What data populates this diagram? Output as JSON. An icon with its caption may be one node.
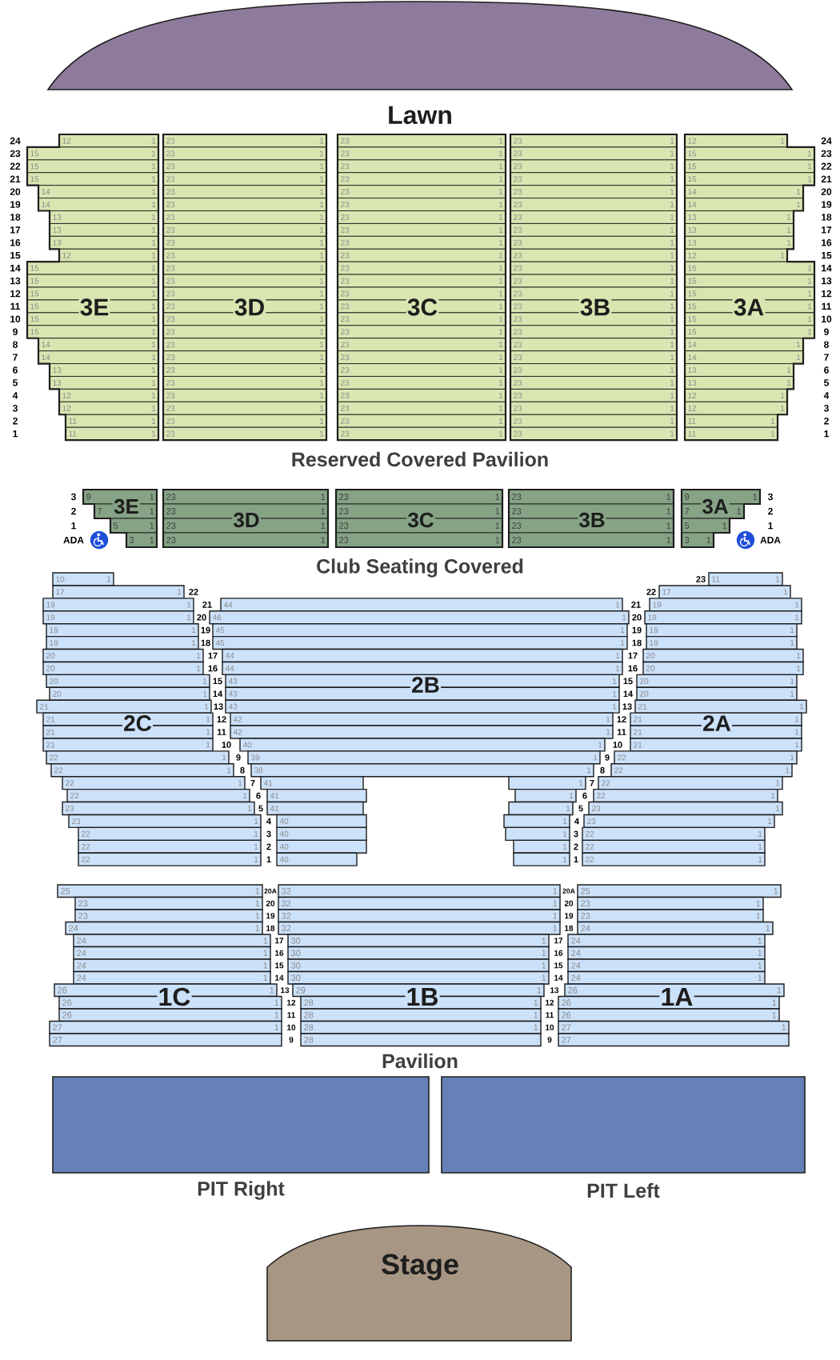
{
  "diagram": {
    "nodes": [
      {
        "text": [
          "Lawn"
        ]
      },
      {
        "text": [
          "3E",
          "12",
          "1",
          "15",
          "1",
          "15",
          "1",
          "15",
          "1",
          "14",
          "1",
          "14",
          "1",
          "13",
          "1",
          "13",
          "1",
          "13",
          "1",
          "12",
          "1",
          "15",
          "1",
          "15",
          "1",
          "15",
          "1",
          "15",
          "1",
          "15",
          "1",
          "15",
          "1",
          "14",
          "1",
          "14",
          "1",
          "13",
          "1",
          "13",
          "1",
          "12",
          "1",
          "12",
          "1",
          "11",
          "1",
          "11",
          "1"
        ]
      },
      {
        "text": [
          "3D",
          "23",
          "1",
          "23",
          "1",
          "23",
          "1",
          "23",
          "1",
          "23",
          "1",
          "23",
          "1",
          "23",
          "1",
          "23",
          "1",
          "23",
          "1",
          "23",
          "1",
          "23",
          "1",
          "23",
          "1",
          "23",
          "1",
          "23",
          "1",
          "23",
          "1",
          "23",
          "1",
          "23",
          "1",
          "23",
          "1",
          "23",
          "1",
          "23",
          "1",
          "23",
          "1",
          "23",
          "1",
          "23",
          "1",
          "23",
          "1"
        ]
      },
      {
        "text": [
          "3C",
          "23",
          "1",
          "23",
          "1",
          "23",
          "1",
          "23",
          "1",
          "23",
          "1",
          "23",
          "1",
          "23",
          "1",
          "23",
          "1",
          "23",
          "1",
          "23",
          "1",
          "23",
          "1",
          "23",
          "1",
          "23",
          "1",
          "23",
          "1",
          "23",
          "1",
          "23",
          "1",
          "23",
          "1",
          "23",
          "1",
          "23",
          "1",
          "23",
          "1",
          "23",
          "1",
          "23",
          "1",
          "23",
          "1",
          "23",
          "1"
        ]
      },
      {
        "text": [
          "3B",
          "23",
          "1",
          "23",
          "1",
          "23",
          "1",
          "23",
          "1",
          "23",
          "1",
          "23",
          "1",
          "23",
          "1",
          "23",
          "1",
          "23",
          "1",
          "23",
          "1",
          "23",
          "1",
          "23",
          "1",
          "23",
          "1",
          "23",
          "1",
          "23",
          "1",
          "23",
          "1",
          "23",
          "1",
          "23",
          "1",
          "23",
          "1",
          "23",
          "1",
          "23",
          "1",
          "23",
          "1",
          "23",
          "1",
          "23",
          "1"
        ]
      },
      {
        "text": [
          "3A",
          "12",
          "1",
          "15",
          "1",
          "15",
          "1",
          "15",
          "1",
          "14",
          "1",
          "14",
          "1",
          "13",
          "1",
          "13",
          "1",
          "13",
          "1",
          "12",
          "1",
          "15",
          "1",
          "15",
          "1",
          "15",
          "1",
          "15",
          "1",
          "15",
          "1",
          "15",
          "1",
          "14",
          "1",
          "14",
          "1",
          "13",
          "1",
          "13",
          "1",
          "12",
          "1",
          "12",
          "1",
          "11",
          "1",
          "11",
          "1"
        ]
      },
      {
        "text": [
          "3E",
          "9",
          "1",
          "7",
          "1",
          "5",
          "1",
          "3",
          "1"
        ]
      },
      {
        "text": [
          "3D",
          "23",
          "1",
          "23",
          "1",
          "23",
          "1",
          "23",
          "1"
        ]
      },
      {
        "text": [
          "3C",
          "23",
          "1",
          "23",
          "1",
          "23",
          "1",
          "23",
          "1"
        ]
      },
      {
        "text": [
          "3B",
          "23",
          "1",
          "23",
          "1",
          "23",
          "1",
          "23",
          "1"
        ]
      },
      {
        "text": [
          "3A",
          "9",
          "1",
          "7",
          "1",
          "5",
          "1",
          "3",
          "1"
        ]
      },
      {
        "text": [
          "10",
          "1"
        ]
      },
      {
        "text": [
          "17",
          "1"
        ]
      },
      {
        "text": [
          "19",
          "1"
        ]
      },
      {
        "text": [
          "19",
          "1"
        ]
      },
      {
        "text": [
          "19",
          "1"
        ]
      },
      {
        "text": [
          "19",
          "1"
        ]
      },
      {
        "text": [
          "20",
          "1"
        ]
      },
      {
        "text": [
          "20",
          "1"
        ]
      },
      {
        "text": [
          "20",
          "1"
        ]
      },
      {
        "text": [
          "20",
          "1"
        ]
      },
      {
        "text": [
          "21",
          "1"
        ]
      },
      {
        "text": [
          "21",
          "1"
        ]
      },
      {
        "text": [
          "21",
          "1"
        ]
      },
      {
        "text": [
          "21",
          "1"
        ]
      },
      {
        "text": [
          "22",
          "1"
        ]
      },
      {
        "text": [
          "22",
          "1"
        ]
      },
      {
        "text": [
          "22",
          "1"
        ]
      },
      {
        "text": [
          "22",
          "1"
        ]
      },
      {
        "text": [
          "23",
          "1"
        ]
      },
      {
        "text": [
          "23",
          "1"
        ]
      },
      {
        "text": [
          "22",
          "1"
        ]
      },
      {
        "text": [
          "22",
          "1"
        ]
      },
      {
        "text": [
          "22",
          "1"
        ]
      },
      {
        "text": [
          "44",
          "1"
        ]
      },
      {
        "text": [
          "46",
          "1"
        ]
      },
      {
        "text": [
          "45",
          "1"
        ]
      },
      {
        "text": [
          "45",
          "1"
        ]
      },
      {
        "text": [
          "44",
          "1"
        ]
      },
      {
        "text": [
          "44",
          "1"
        ]
      },
      {
        "text": [
          "43",
          "1"
        ]
      },
      {
        "text": [
          "43",
          "1"
        ]
      },
      {
        "text": [
          "43",
          "1"
        ]
      },
      {
        "text": [
          "42",
          "1"
        ]
      },
      {
        "text": [
          "42",
          "1"
        ]
      },
      {
        "text": [
          "40",
          "1"
        ]
      },
      {
        "text": [
          "39",
          "1"
        ]
      },
      {
        "text": [
          "38",
          "1"
        ]
      },
      {
        "text": [
          "41"
        ]
      },
      {
        "text": [
          "1"
        ]
      },
      {
        "text": [
          "41"
        ]
      },
      {
        "text": [
          "1"
        ]
      },
      {
        "text": [
          "41"
        ]
      },
      {
        "text": [
          "1"
        ]
      },
      {
        "text": [
          "40"
        ]
      },
      {
        "text": [
          "1"
        ]
      },
      {
        "text": [
          "40"
        ]
      },
      {
        "text": [
          "1"
        ]
      },
      {
        "text": [
          "40"
        ]
      },
      {
        "text": [
          "1"
        ]
      },
      {
        "text": [
          "40"
        ]
      },
      {
        "text": [
          "1"
        ]
      },
      {
        "text": [
          "11",
          "1"
        ]
      },
      {
        "text": [
          "17",
          "1"
        ]
      },
      {
        "text": [
          "19",
          "1"
        ]
      },
      {
        "text": [
          "19",
          "1"
        ]
      },
      {
        "text": [
          "19",
          "1"
        ]
      },
      {
        "text": [
          "19",
          "1"
        ]
      },
      {
        "text": [
          "20",
          "1"
        ]
      },
      {
        "text": [
          "20",
          "1"
        ]
      },
      {
        "text": [
          "20",
          "1"
        ]
      },
      {
        "text": [
          "20",
          "1"
        ]
      },
      {
        "text": [
          "21",
          "1"
        ]
      },
      {
        "text": [
          "21",
          "1"
        ]
      },
      {
        "text": [
          "21",
          "1"
        ]
      },
      {
        "text": [
          "21",
          "1"
        ]
      },
      {
        "text": [
          "22",
          "1"
        ]
      },
      {
        "text": [
          "22",
          "1"
        ]
      },
      {
        "text": [
          "22",
          "1"
        ]
      },
      {
        "text": [
          "22",
          "1"
        ]
      },
      {
        "text": [
          "23",
          "1"
        ]
      },
      {
        "text": [
          "23",
          "1"
        ]
      },
      {
        "text": [
          "22",
          "1"
        ]
      },
      {
        "text": [
          "22",
          "1"
        ]
      },
      {
        "text": [
          "22",
          "1"
        ]
      },
      {
        "text": [
          "25",
          "1"
        ]
      },
      {
        "text": [
          "23",
          "1"
        ]
      },
      {
        "text": [
          "23",
          "1"
        ]
      },
      {
        "text": [
          "24",
          "1"
        ]
      },
      {
        "text": [
          "24",
          "1"
        ]
      },
      {
        "text": [
          "24",
          "1"
        ]
      },
      {
        "text": [
          "24",
          "1"
        ]
      },
      {
        "text": [
          "24",
          "1"
        ]
      },
      {
        "text": [
          "26",
          "1"
        ]
      },
      {
        "text": [
          "26",
          "1"
        ]
      },
      {
        "text": [
          "26",
          "1"
        ]
      },
      {
        "text": [
          "27",
          "1"
        ]
      },
      {
        "text": [
          "27"
        ]
      },
      {
        "text": [
          "32",
          "1"
        ]
      },
      {
        "text": [
          "32",
          "1"
        ]
      },
      {
        "text": [
          "32",
          "1"
        ]
      },
      {
        "text": [
          "32",
          "1"
        ]
      },
      {
        "text": [
          "30",
          "1"
        ]
      },
      {
        "text": [
          "30",
          "1"
        ]
      },
      {
        "text": [
          "30",
          "1"
        ]
      },
      {
        "text": [
          "30",
          "1"
        ]
      },
      {
        "text": [
          "29",
          "1"
        ]
      },
      {
        "text": [
          "28",
          "1"
        ]
      },
      {
        "text": [
          "28",
          "1"
        ]
      },
      {
        "text": [
          "28",
          "1"
        ]
      },
      {
        "text": [
          "28"
        ]
      },
      {
        "text": [
          "25",
          "1"
        ]
      },
      {
        "text": [
          "23",
          "1"
        ]
      },
      {
        "text": [
          "23",
          "1"
        ]
      },
      {
        "text": [
          "24",
          "1"
        ]
      },
      {
        "text": [
          "24",
          "1"
        ]
      },
      {
        "text": [
          "24",
          "1"
        ]
      },
      {
        "text": [
          "24",
          "1"
        ]
      },
      {
        "text": [
          "24",
          "1"
        ]
      },
      {
        "text": [
          "26",
          "1"
        ]
      },
      {
        "text": [
          "26",
          "1"
        ]
      },
      {
        "text": [
          "26",
          "1"
        ]
      },
      {
        "text": [
          "27",
          "1"
        ]
      },
      {
        "text": [
          "27"
        ]
      },
      {
        "text": [
          "PIT Right"
        ]
      },
      {
        "text": [
          "PIT Left"
        ]
      },
      {
        "text": [
          "Stage"
        ]
      }
    ],
    "labels": [
      "24",
      "23",
      "22",
      "21",
      "20",
      "19",
      "18",
      "17",
      "16",
      "15",
      "14",
      "13",
      "12",
      "11",
      "10",
      "9",
      "8",
      "7",
      "6",
      "5",
      "4",
      "3",
      "2",
      "1",
      "24",
      "23",
      "22",
      "21",
      "20",
      "19",
      "18",
      "17",
      "16",
      "15",
      "14",
      "13",
      "12",
      "11",
      "10",
      "9",
      "8",
      "7",
      "6",
      "5",
      "4",
      "3",
      "2",
      "1",
      "Reserved Covered Pavilion",
      "3",
      "2",
      "1",
      "ADA",
      "3",
      "2",
      "1",
      "ADA",
      "Club Seating Covered",
      "2C",
      "2B",
      "2A",
      "22",
      "21",
      "20",
      "19",
      "18",
      "17",
      "16",
      "15",
      "14",
      "13",
      "12",
      "11",
      "10",
      "9",
      "8",
      "7",
      "6",
      "5",
      "4",
      "3",
      "2",
      "1",
      "23",
      "22",
      "21",
      "20",
      "19",
      "18",
      "17",
      "16",
      "15",
      "14",
      "13",
      "12",
      "11",
      "10",
      "9",
      "8",
      "7",
      "6",
      "5",
      "4",
      "3",
      "2",
      "1",
      "1C",
      "1B",
      "1A",
      "20A",
      "20",
      "19",
      "18",
      "17",
      "16",
      "15",
      "14",
      "13",
      "12",
      "11",
      "10",
      "9",
      "20A",
      "20",
      "19",
      "18",
      "17",
      "16",
      "15",
      "14",
      "13",
      "12",
      "11",
      "10",
      "9",
      "Pavilion"
    ]
  }
}
